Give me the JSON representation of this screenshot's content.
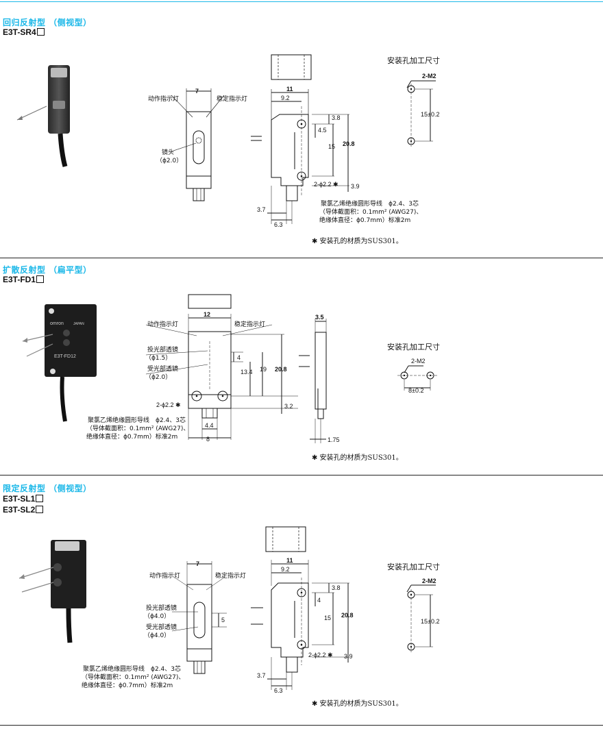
{
  "sections": [
    {
      "title": "回归反射型 （侧视型）",
      "models": [
        "E3T-SR4"
      ],
      "labels": {
        "emit_ind": "动作指示灯",
        "stab_ind": "稳定指示灯",
        "lens": "镜头",
        "lens_dim": "（ϕ2.0）",
        "cable1": "聚氯乙烯绝缘圆形导线　ϕ2.4、3芯",
        "cable2": "（导体截面积：0.1mm² (AWG27)、",
        "cable3": "绝缘体直径：ϕ0.7mm）标准2m",
        "hole_title": "安装孔加工尺寸",
        "note": "✱ 安装孔的材质为SUS301。"
      },
      "dims": {
        "w": "7",
        "d11": "11",
        "d92": "9.2",
        "d38": "3.8",
        "d45": "4.5",
        "d15": "15",
        "d208": "20.8",
        "hole": "2-ϕ2.2 ✱",
        "d39": "3.9",
        "d37": "3.7",
        "d63": "6.3",
        "m2": "2-M2",
        "p15": "15±0.2"
      }
    },
    {
      "title": "扩散反射型 （扁平型）",
      "models": [
        "E3T-FD1"
      ],
      "labels": {
        "emit_ind": "动作指示灯",
        "stab_ind": "稳定指示灯",
        "tx": "投光部透镜",
        "tx_dim": "（ϕ1.5）",
        "rx": "受光部透镜",
        "rx_dim": "（ϕ2.0）",
        "cable1": "聚氯乙烯绝缘圆形导线　ϕ2.4、3芯",
        "cable2": "（导体截面积：0.1mm² (AWG27)、",
        "cable3": "绝缘体直径：ϕ0.7mm）标准2m",
        "hole_title": "安装孔加工尺寸",
        "note": "✱ 安装孔的材质为SUS301。",
        "photo_brand": "omron",
        "photo_japan": "JAPAN",
        "photo_model": "E3T-FD12"
      },
      "dims": {
        "d12": "12",
        "d4": "4",
        "d19": "19",
        "d134": "13.4",
        "d208": "20.8",
        "hole": "2-ϕ2.2 ✱",
        "d32": "3.2",
        "d44": "4.4",
        "d8": "8",
        "d35": "3.5",
        "d175": "1.75",
        "m2": "2-M2",
        "p8": "8±0.2"
      }
    },
    {
      "title": "限定反射型 （侧视型）",
      "models": [
        "E3T-SL1",
        "E3T-SL2"
      ],
      "labels": {
        "emit_ind": "动作指示灯",
        "stab_ind": "稳定指示灯",
        "tx": "投光部透镜",
        "tx_dim": "（ϕ4.0）",
        "rx": "受光部透镜",
        "rx_dim": "（ϕ4.0）",
        "cable1": "聚氯乙烯绝缘圆形导线　ϕ2.4、3芯",
        "cable2": "（导体截面积：0.1mm² (AWG27)、",
        "cable3": "绝缘体直径：ϕ0.7mm）标准2m",
        "hole_title": "安装孔加工尺寸",
        "note": "✱ 安装孔的材质为SUS301。"
      },
      "dims": {
        "w": "7",
        "d11": "11",
        "d92": "9.2",
        "d38": "3.8",
        "d4": "4",
        "d5": "5",
        "d15": "15",
        "d208": "20.8",
        "hole": "2-ϕ2.2 ✱",
        "d39": "3.9",
        "d37": "3.7",
        "d63": "6.3",
        "m2": "2-M2",
        "p15": "15±0.2"
      }
    }
  ],
  "colors": {
    "accent": "#19b7e8",
    "line": "#111111"
  }
}
